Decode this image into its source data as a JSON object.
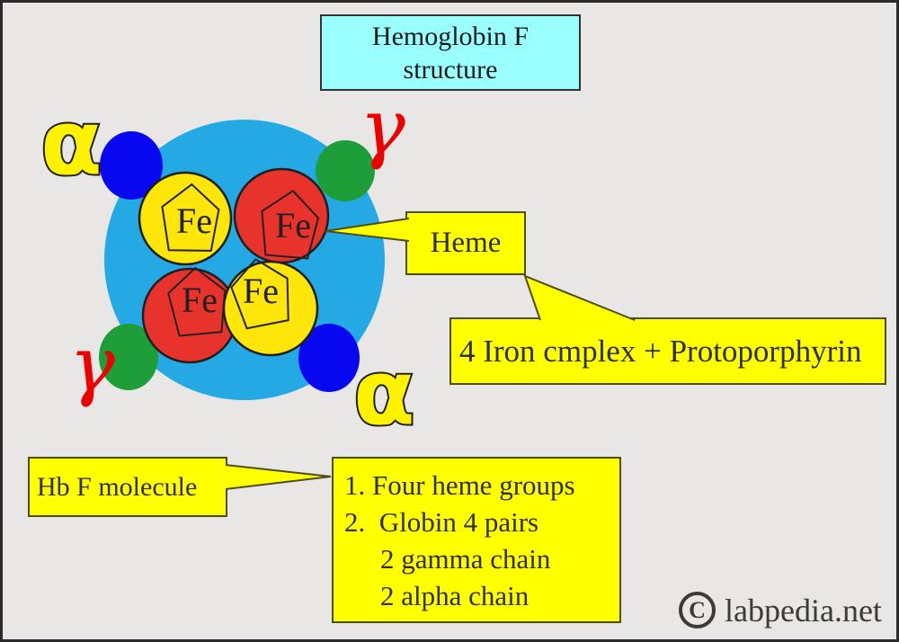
{
  "title": {
    "line1": "Hemoglobin F",
    "line2": "structure"
  },
  "molecule": {
    "core_color": "#25a9e4",
    "subunits": [
      {
        "symbol": "α",
        "type": "alpha chain",
        "position": "top-left",
        "ball_color": "#0707f0",
        "label_color": "#fff200"
      },
      {
        "symbol": "γ",
        "type": "gamma chain",
        "position": "top-right",
        "ball_color": "#1e9e38",
        "label_color": "#ee0000"
      },
      {
        "symbol": "γ",
        "type": "gamma chain",
        "position": "bottom-left",
        "ball_color": "#1e9e38",
        "label_color": "#ee0000"
      },
      {
        "symbol": "α",
        "type": "alpha chain",
        "position": "bottom-right",
        "ball_color": "#0707f0",
        "label_color": "#fff200"
      }
    ],
    "heme_groups": [
      {
        "label": "Fe",
        "color": "#ffe60a"
      },
      {
        "label": "Fe",
        "color": "#e8332c"
      },
      {
        "label": "Fe",
        "color": "#e8332c"
      },
      {
        "label": "Fe",
        "color": "#ffe60a"
      }
    ]
  },
  "callouts": {
    "heme": {
      "label": "Heme"
    },
    "heme_detail": {
      "label": "4 Iron cmplex + Protoporphyrin"
    },
    "molecule_label": {
      "label": "Hb F molecule"
    },
    "composition": {
      "items": [
        "1. Four heme groups",
        "2.  Globin 4 pairs",
        "2 gamma chain",
        "2 alpha chain"
      ]
    }
  },
  "watermark": {
    "symbol": "C",
    "text": "labpedia.net"
  },
  "colors": {
    "background": "#e8e7e5",
    "title_box": "#99ffff",
    "callout_box": "#ffff00",
    "box_border": "#4d4d1a",
    "outline": "#1f1f1f"
  }
}
